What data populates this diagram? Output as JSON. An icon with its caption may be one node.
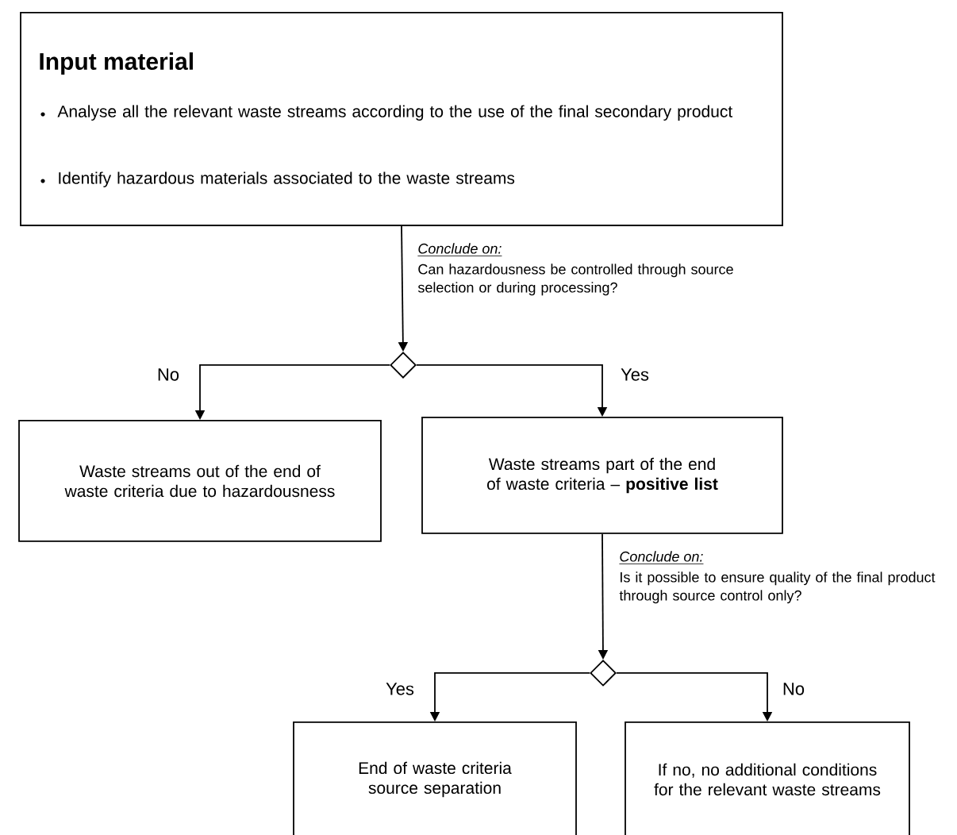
{
  "diagram": {
    "nodes": [
      {
        "text": [
          "Input material",
          "Analyse all the relevant waste streams according to the use of the final secondary product",
          "Identify hazardous materials associated to the waste streams"
        ]
      },
      {
        "text": [],
        "shape": "diamond"
      },
      {
        "text": [
          "Waste streams out of the end of waste criteria due to hazardousness"
        ]
      },
      {
        "text": [
          "Waste streams part of the end of waste criteria – **positive list**"
        ]
      },
      {
        "text": [],
        "shape": "diamond"
      },
      {
        "text": [
          "End of waste criteria source separation"
        ]
      },
      {
        "text": [
          "If no, no additional conditions for the relevant waste streams"
        ]
      }
    ],
    "edges": [
      {
        "from": 0,
        "to": 1,
        "arrow": "to"
      },
      {
        "from": 1,
        "to": 2,
        "arrow": "to",
        "label": "No"
      },
      {
        "from": 1,
        "to": 3,
        "arrow": "to",
        "label": "Yes"
      },
      {
        "from": 3,
        "to": 4,
        "arrow": "to"
      },
      {
        "from": 4,
        "to": 5,
        "arrow": "to",
        "label": "Yes"
      },
      {
        "from": 4,
        "to": 6,
        "arrow": "to",
        "label": "No"
      }
    ],
    "labels": [
      "Conclude on:",
      "Can hazardousness be controlled through source selection or during processing?",
      "Conclude on:",
      "Is it possible to ensure quality of the final product through source control only?"
    ]
  }
}
